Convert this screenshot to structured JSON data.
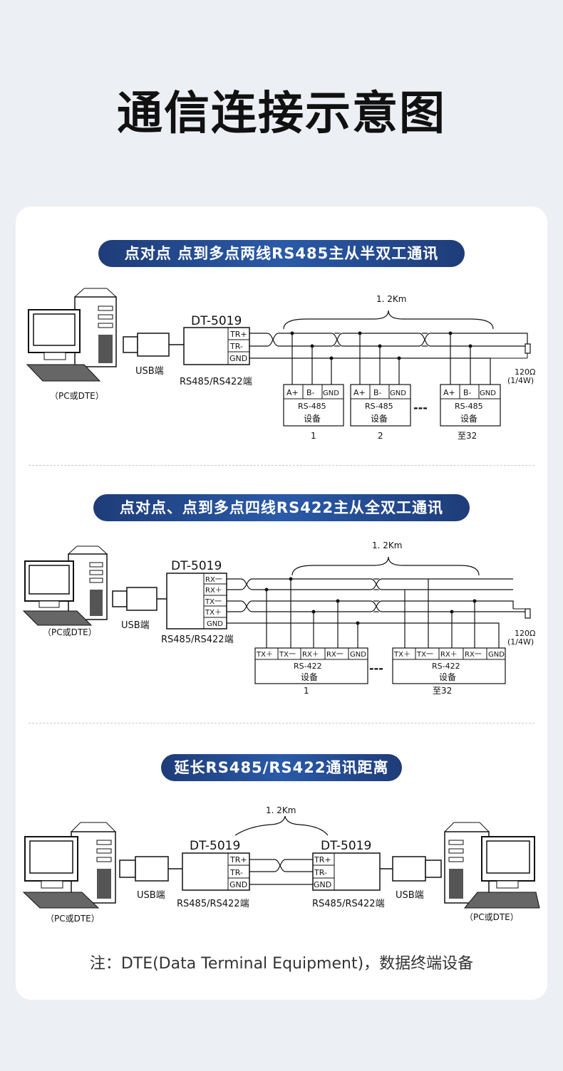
{
  "title": "通信连接示意图",
  "common": {
    "model": "DT-5019",
    "usb_label": "USB端",
    "rs_label": "RS485/RS422端",
    "pc_label": "（PC或DTE）",
    "distance": "1. 2Km",
    "terminator_ohm": "120Ω",
    "terminator_watt": "(1/4W)",
    "device_text": "设备"
  },
  "section1": {
    "heading": "点对点 点到多点两线RS485主从半双工通讯",
    "ports": [
      "TR+",
      "TR-",
      "GND"
    ],
    "device_pins": [
      "A+",
      "B-",
      "GND"
    ],
    "device_type": "RS-485",
    "device_numbers": [
      "1",
      "2",
      "至32"
    ],
    "dots": "---"
  },
  "section2": {
    "heading": "点对点、点到多点四线RS422主从全双工通讯",
    "ports": [
      "RX一",
      "RX＋",
      "TX一",
      "TX＋",
      "GND"
    ],
    "device_pins": [
      "TX＋",
      "TX一",
      "RX＋",
      "RX一",
      "GND"
    ],
    "device_type": "RS-422",
    "device_numbers": [
      "1",
      "至32"
    ],
    "dots": "---"
  },
  "section3": {
    "heading": "延长RS485/RS422通讯距离",
    "ports": [
      "TR+",
      "TR-",
      "GND"
    ]
  },
  "note": "注：DTE(Data Terminal Equipment)，数据终端设备"
}
